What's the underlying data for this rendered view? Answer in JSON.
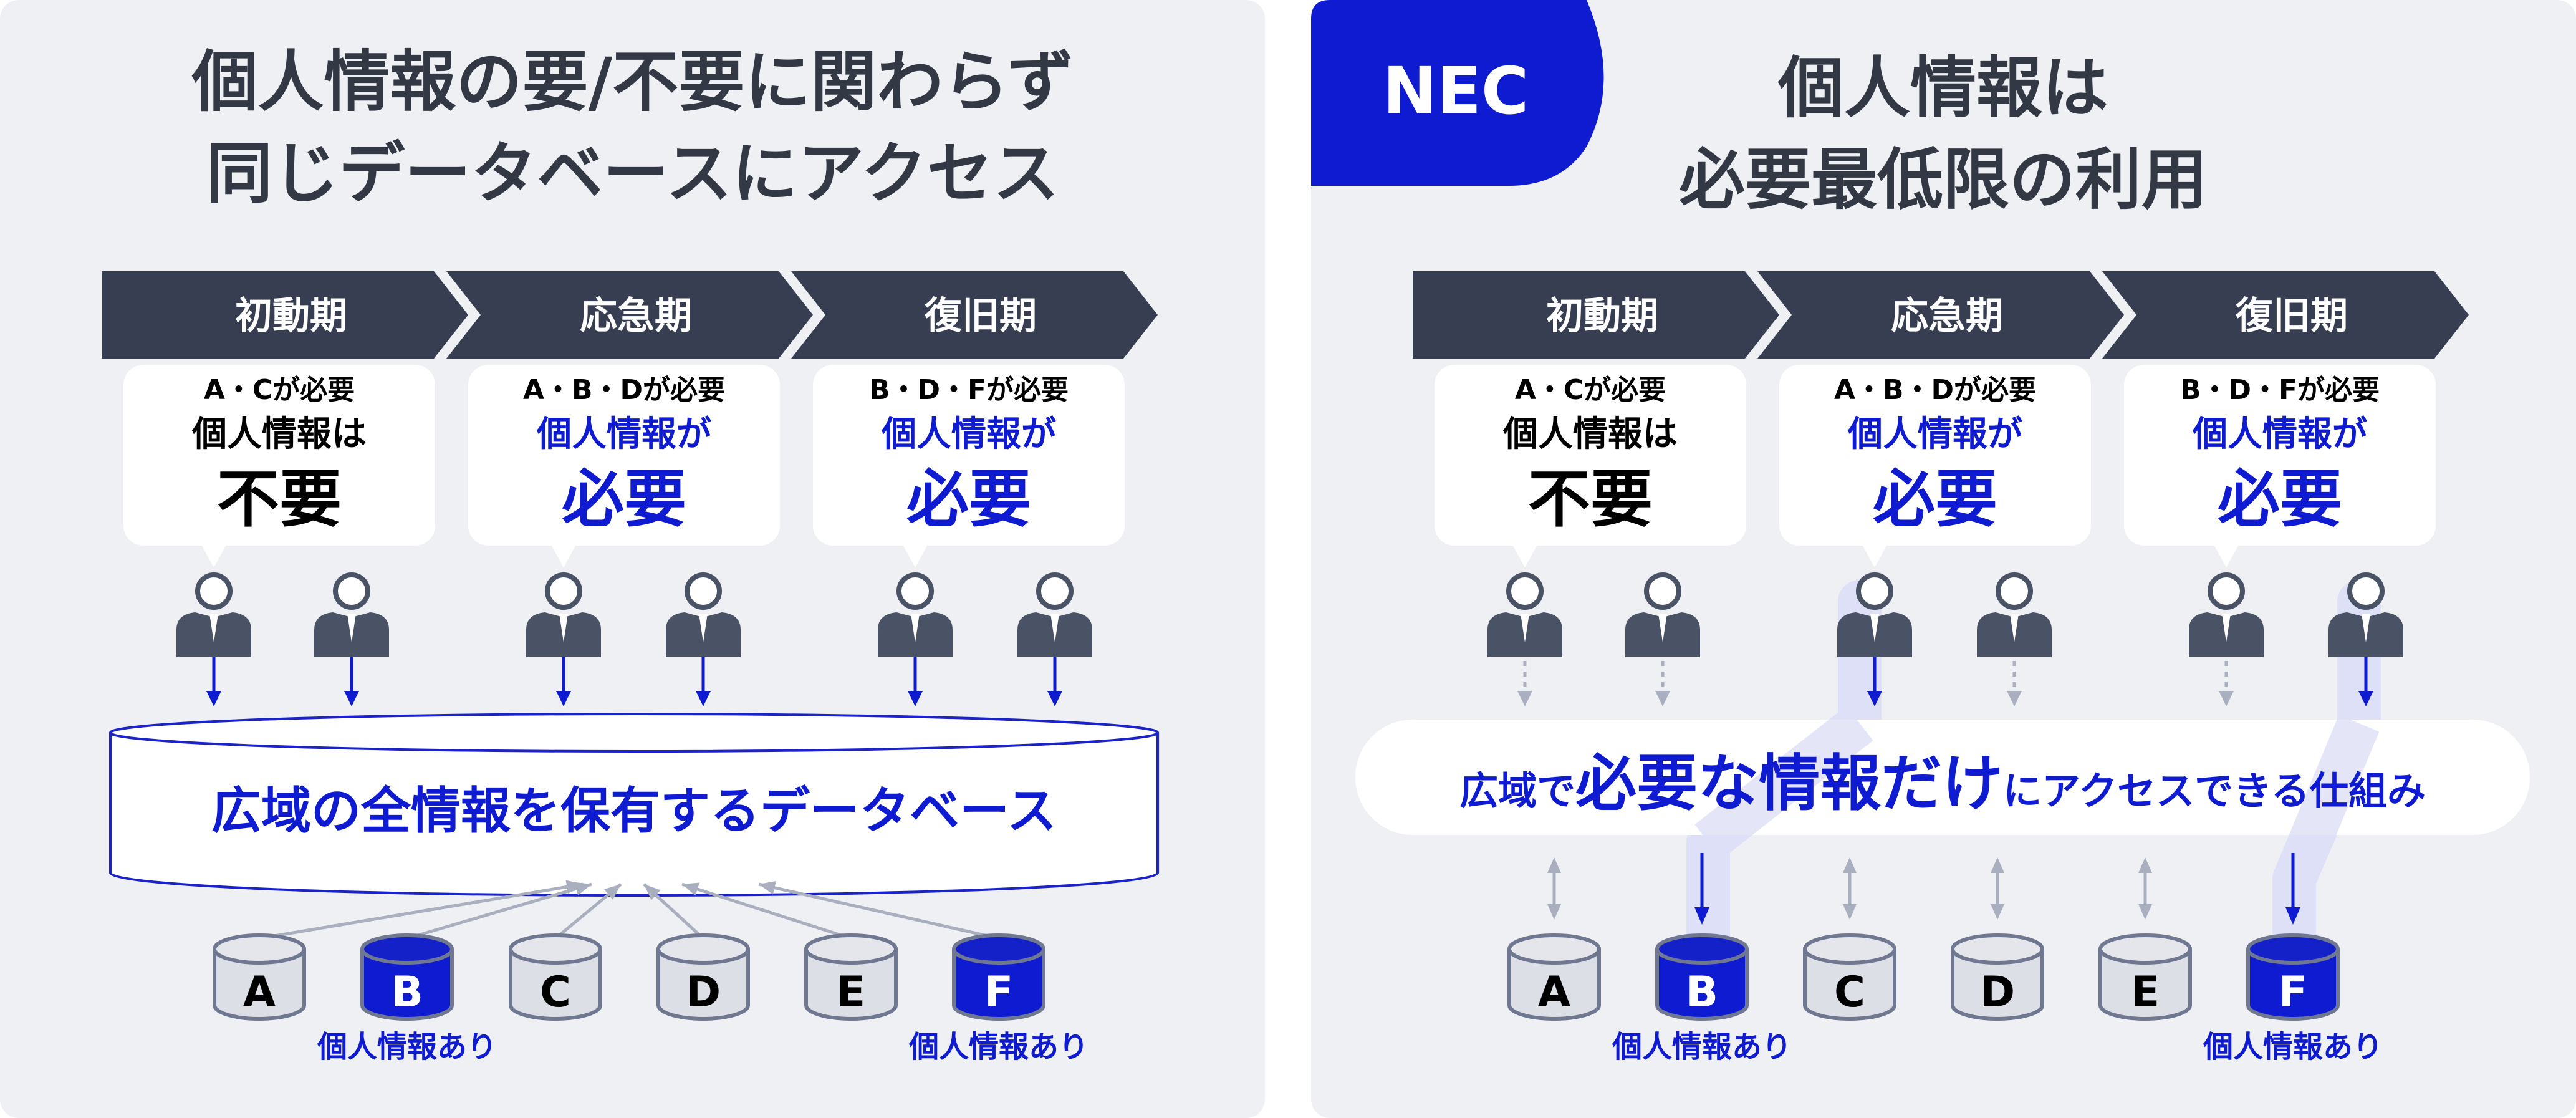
{
  "colors": {
    "navy": "#383e52",
    "blue": "#0f1bd0",
    "gray_arrow": "#a9afbf",
    "panel_bg": "#eef0f4",
    "highlight": "#dde0f6"
  },
  "left": {
    "title_lines": [
      "個人情報の要/不要に関わらず",
      "同じデータベースにアクセス"
    ],
    "phases": [
      {
        "name": "初動期",
        "requirement": "A・Cが必要",
        "line2": "個人情報は",
        "line3": "不要",
        "personal_needed": false
      },
      {
        "name": "応急期",
        "requirement": "A・B・Dが必要",
        "line2": "個人情報が",
        "line3": "必要",
        "personal_needed": true
      },
      {
        "name": "復旧期",
        "requirement": "B・D・Fが必要",
        "line2": "個人情報が",
        "line3": "必要",
        "personal_needed": true
      }
    ],
    "database_label": "広域の全情報を保有するデータベース",
    "stores": [
      {
        "label": "A",
        "has_personal": false
      },
      {
        "label": "B",
        "has_personal": true
      },
      {
        "label": "C",
        "has_personal": false
      },
      {
        "label": "D",
        "has_personal": false
      },
      {
        "label": "E",
        "has_personal": false
      },
      {
        "label": "F",
        "has_personal": true
      }
    ],
    "personal_label": "個人情報あり"
  },
  "right": {
    "logo": "NEC",
    "title_lines": [
      "個人情報は",
      "必要最低限の利用"
    ],
    "phases": [
      {
        "name": "初動期",
        "requirement": "A・Cが必要",
        "line2": "個人情報は",
        "line3": "不要",
        "personal_needed": false
      },
      {
        "name": "応急期",
        "requirement": "A・B・Dが必要",
        "line2": "個人情報が",
        "line3": "必要",
        "personal_needed": true
      },
      {
        "name": "復旧期",
        "requirement": "B・D・Fが必要",
        "line2": "個人情報が",
        "line3": "必要",
        "personal_needed": true
      }
    ],
    "system_label": {
      "prefix": "広域で",
      "emphasis": "必要な情報だけ",
      "suffix": "にアクセスできる仕組み"
    },
    "stores": [
      {
        "label": "A",
        "has_personal": false
      },
      {
        "label": "B",
        "has_personal": true
      },
      {
        "label": "C",
        "has_personal": false
      },
      {
        "label": "D",
        "has_personal": false
      },
      {
        "label": "E",
        "has_personal": false
      },
      {
        "label": "F",
        "has_personal": true
      }
    ],
    "personal_label": "個人情報あり"
  }
}
